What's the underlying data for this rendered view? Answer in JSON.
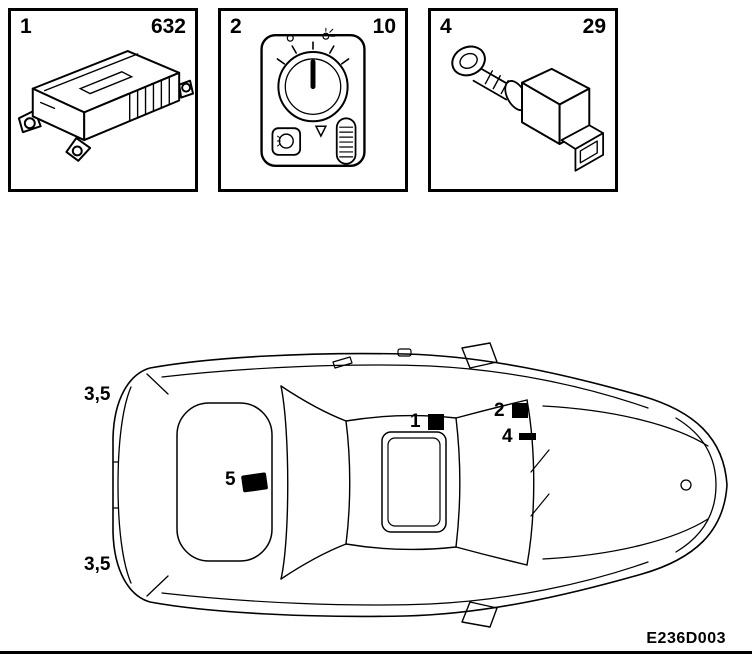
{
  "figure_code": "E236D003",
  "parts": [
    {
      "item_no": "1",
      "ref_no": "632",
      "icon": "control-module-icon"
    },
    {
      "item_no": "2",
      "ref_no": "10",
      "icon": "headlight-switch-icon"
    },
    {
      "item_no": "4",
      "ref_no": "29",
      "icon": "brake-light-switch-icon"
    }
  ],
  "car_diagram": {
    "icon": "car-top-view",
    "callouts": {
      "rear_top": {
        "label": "3,5"
      },
      "rear_bottom": {
        "label": "3,5"
      },
      "trunk": {
        "label": "5"
      },
      "module": {
        "label": "1"
      },
      "light_switch": {
        "label": "2"
      },
      "brake_switch": {
        "label": "4"
      }
    }
  }
}
